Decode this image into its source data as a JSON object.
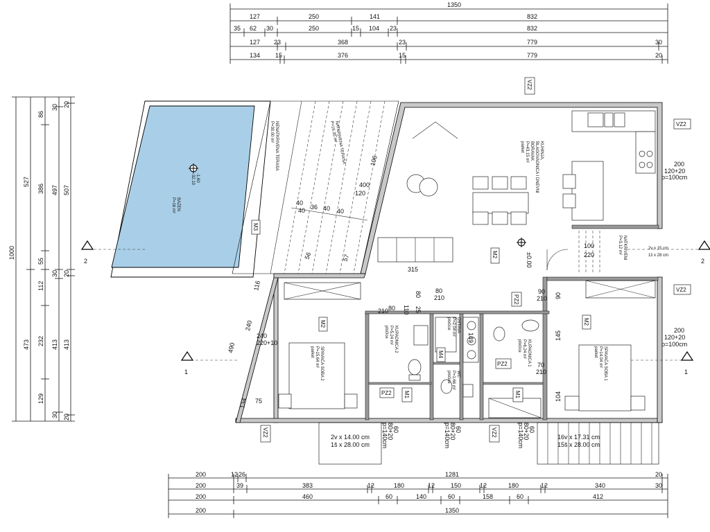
{
  "top_dims": {
    "row1": [
      "1350"
    ],
    "row2": [
      "127",
      "250",
      "141",
      "832"
    ],
    "row3": [
      "35",
      "62",
      "30",
      "250",
      "15",
      "104",
      "23",
      "832"
    ],
    "row4": [
      "127",
      "23",
      "368",
      "23",
      "779",
      "30"
    ],
    "row5": [
      "134",
      "15",
      "376",
      "15",
      "779",
      "20"
    ]
  },
  "bottom_dims": {
    "row1": [
      "200",
      "12",
      "26",
      "1281",
      "20"
    ],
    "row2": [
      "200",
      "39",
      "383",
      "12",
      "180",
      "12",
      "150",
      "12",
      "180",
      "12",
      "340",
      "30"
    ],
    "row3": [
      "200",
      "460",
      "60",
      "140",
      "60",
      "158",
      "60",
      "412"
    ],
    "row4": [
      "200",
      "1350"
    ]
  },
  "left_dims": {
    "col1": [
      "1000"
    ],
    "col2": [
      "527",
      "473"
    ],
    "col3": [
      "86",
      "386",
      "55",
      "112",
      "232",
      "129"
    ],
    "col4": [
      "30",
      "497",
      "30",
      "413",
      "30"
    ],
    "col5": [
      "20",
      "507",
      "20",
      "413",
      "20"
    ]
  },
  "rooms": {
    "pool": {
      "name": "BAZEN",
      "area": "P=16 m²",
      "level1": "-1.60",
      "level2": "-32.10"
    },
    "terrace_open": {
      "name": "NENATKRIVENA TERASA",
      "area": "P=30.00 m²"
    },
    "terrace_covered": {
      "name": "NATKRIVENA TERASA",
      "area": "P=16.35 m²"
    },
    "kitchen": {
      "line1": "KUHINJA,",
      "line2": "BLAGOVAONICA I DNEVNI",
      "line3": "BORAVAK",
      "area": "P=43.15 m²",
      "floor": "parket"
    },
    "covered_terrace_right": {
      "name": "NATKRIVENI",
      "area": "P=3.12 m²"
    },
    "bedroom2": {
      "name": "SPAVAĆA SOBA 2",
      "area": "P=15.64 m²",
      "floor": "parket"
    },
    "bathroom2": {
      "name": "KUPAONICA 2",
      "area": "P=5.24 m²",
      "floor": "pločice"
    },
    "storage": {
      "name": "OSTAVA",
      "area": "P=2.04 m²",
      "floor": "pločice"
    },
    "wc": {
      "name": "WC",
      "area": "P=1.66 m²",
      "floor": "pločice"
    },
    "bathroom1": {
      "name": "KUPAONICA 1",
      "area": "P=6.24 m²",
      "floor": "pločice"
    },
    "bedroom1": {
      "name": "SPAVAĆA SOBA 1",
      "area": "P=14.04 m²",
      "floor": "parket"
    }
  },
  "labels": {
    "level_zero": "±0.00",
    "section_marks": [
      "2",
      "2",
      "1",
      "1"
    ],
    "vz2": "VZ2",
    "pz2": "PZ2",
    "m1": "M1",
    "m2": "M2",
    "m3": "M3",
    "m4": "M4",
    "window_200_a": "200",
    "window_120_a": "120+20",
    "window_p_a": "p=100cm",
    "window_200_b": "200",
    "window_120_b": "120+20",
    "window_p_b": "p=100cm",
    "dim_315": "315",
    "stairs_right_a": "2v x 15 cm",
    "stairs_right_b": "1š x 28 cm",
    "stairs_bottom_a": "2v x 14.00 cm",
    "stairs_bottom_b": "1š x 28.00 cm",
    "stairs_bottom_right_a": "16v x 17.31 cm",
    "stairs_bottom_right_b": "15š x 28.00 cm",
    "door_100": "100",
    "door_220": "220",
    "d80_210_a": "80",
    "d80_210_b": "210",
    "d90_210_a": "90",
    "d90_210_b": "210",
    "d60_a": "60",
    "d80_20_a": "80+20",
    "d140_a": "p=140cm",
    "d60_b": "60",
    "d80_20_b": "80+20",
    "d140_b": "p=140cm",
    "d60_c": "60",
    "d80_20_c": "80+20",
    "d140_c": "p=140cm",
    "d60_d": "60",
    "d80_20_d": "80+20",
    "d140_d": "p=140cm",
    "d70": "70",
    "d210": "210",
    "d145": "145",
    "d104": "104",
    "d116": "116",
    "d240": "240",
    "d490": "490",
    "d134": "134",
    "d240b": "240",
    "d220": "220+10",
    "d400": "400",
    "d120": "120",
    "d40a": "40",
    "d40b": "40",
    "d36": "36",
    "d40c": "40",
    "d40d": "40",
    "d57": "57",
    "d56": "56",
    "d106": "106",
    "d75": "75",
    "d80": "80",
    "d110": "110",
    "d25": "25",
    "d149": "149"
  }
}
